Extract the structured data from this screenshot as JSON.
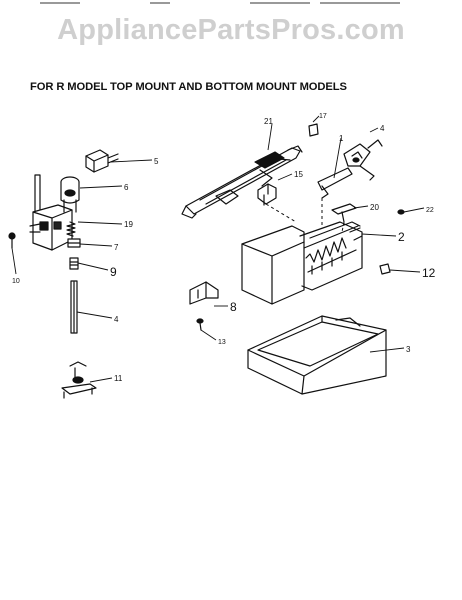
{
  "watermark": "AppliancePartsPros.com",
  "title": "FOR R MODEL TOP MOUNT AND BOTTOM MOUNT MODELS",
  "callouts": {
    "c1": "1",
    "c2": "2",
    "c3": "3",
    "c4a": "4",
    "c4b": "4",
    "c5": "5",
    "c6": "6",
    "c7": "7",
    "c8": "8",
    "c9": "9",
    "c10": "10",
    "c11": "11",
    "c12": "12",
    "c13": "13",
    "c15": "15",
    "c17": "17",
    "c19": "19",
    "c20": "20",
    "c21": "21",
    "c22": "22"
  },
  "colors": {
    "ink": "#111111",
    "watermark": "#cfcfcf",
    "background": "#ffffff"
  }
}
